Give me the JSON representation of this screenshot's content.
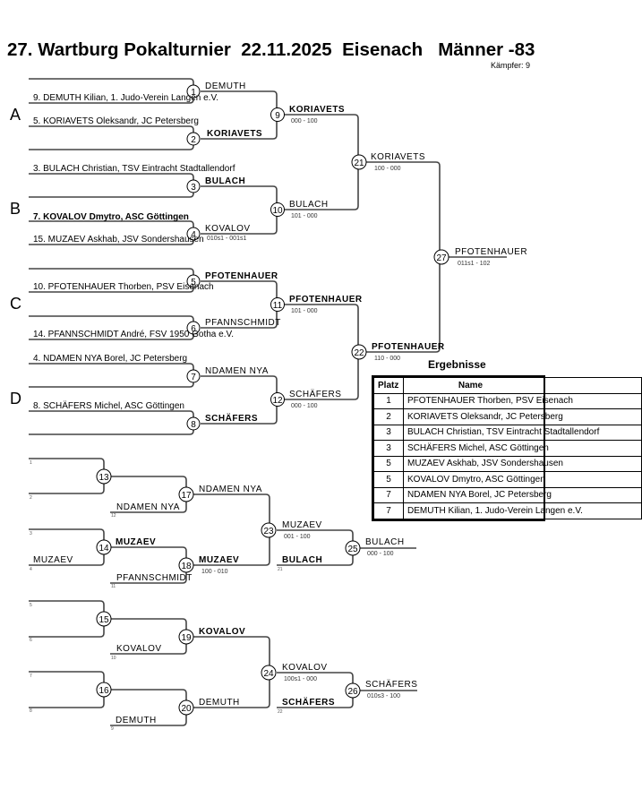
{
  "header": {
    "title": "27. Wartburg Pokalturnier  22.11.2025  Eisenach   Männer -83",
    "fighters_count": "Kämpfer: 9"
  },
  "pools": [
    {
      "letter": "A"
    },
    {
      "letter": "B"
    },
    {
      "letter": "C"
    },
    {
      "letter": "D"
    }
  ],
  "entries": [
    {
      "id": "e1",
      "text": "9. DEMUTH Kilian, 1. Judo-Verein Langen e.V.",
      "bold": false
    },
    {
      "id": "e2",
      "text": "5. KORIAVETS Oleksandr, JC Petersberg",
      "bold": false
    },
    {
      "id": "e3",
      "text": "3. BULACH Christian, TSV Eintracht Stadtallendorf",
      "bold": false
    },
    {
      "id": "e4",
      "text": "7. KOVALOV Dmytro, ASC Göttingen",
      "bold": true
    },
    {
      "id": "e5",
      "text": "15. MUZAEV Askhab, JSV Sondershausen",
      "bold": false
    },
    {
      "id": "e6",
      "text": "10. PFOTENHAUER Thorben, PSV Eisenach",
      "bold": false
    },
    {
      "id": "e7",
      "text": "14. PFANNSCHMIDT André, FSV 1950 Gotha e.V.",
      "bold": false
    },
    {
      "id": "e8",
      "text": "4. NDAMEN NYA Borel, JC Petersberg",
      "bold": false
    },
    {
      "id": "e9",
      "text": "8. SCHÄFERS Michel, ASC Göttingen",
      "bold": false
    }
  ],
  "matches": [
    {
      "num": "1",
      "top": "DEMUTH",
      "top_bold": false,
      "bottom": "",
      "bottom_bold": false,
      "score": ""
    },
    {
      "num": "2",
      "top": "",
      "top_bold": false,
      "bottom": "KORIAVETS",
      "bottom_bold": true,
      "score": ""
    },
    {
      "num": "3",
      "top": "BULACH",
      "top_bold": true,
      "bottom": "",
      "bottom_bold": false,
      "score": ""
    },
    {
      "num": "4",
      "top": "",
      "top_bold": false,
      "bottom": "KOVALOV",
      "bottom_bold": false,
      "score": "010s1 - 001s1"
    },
    {
      "num": "5",
      "top": "PFOTENHAUER",
      "top_bold": true,
      "bottom": "",
      "bottom_bold": false,
      "score": ""
    },
    {
      "num": "6",
      "top": "",
      "top_bold": false,
      "bottom": "PFANNSCHMIDT",
      "bottom_bold": false,
      "score": ""
    },
    {
      "num": "7",
      "top": "NDAMEN NYA",
      "top_bold": false,
      "bottom": "",
      "bottom_bold": false,
      "score": ""
    },
    {
      "num": "8",
      "top": "",
      "top_bold": false,
      "bottom": "SCHÄFERS",
      "bottom_bold": true,
      "score": ""
    },
    {
      "num": "9",
      "winner": "KORIAVETS",
      "winner_bold": true,
      "score": "000 - 100"
    },
    {
      "num": "10",
      "winner": "BULACH",
      "winner_bold": false,
      "score": "101 - 000"
    },
    {
      "num": "11",
      "winner": "PFOTENHAUER",
      "winner_bold": true,
      "score": "101 - 000"
    },
    {
      "num": "12",
      "winner": "SCHÄFERS",
      "winner_bold": false,
      "score": "000 - 100"
    },
    {
      "num": "21",
      "winner": "KORIAVETS",
      "winner_bold": false,
      "score": "100 - 000"
    },
    {
      "num": "22",
      "winner": "PFOTENHAUER",
      "winner_bold": true,
      "score": "110 - 000"
    },
    {
      "num": "27",
      "winner": "PFOTENHAUER",
      "winner_bold": false,
      "score": "011s1 - 102"
    }
  ],
  "repechage": {
    "origins": [
      "1",
      "2",
      "3",
      "4",
      "5",
      "6",
      "7",
      "8"
    ],
    "m13": {
      "num": "13"
    },
    "m14": {
      "num": "14",
      "bottom": "MUZAEV"
    },
    "m15": {
      "num": "15"
    },
    "m16": {
      "num": "16"
    },
    "m17": {
      "num": "17",
      "top_origin": "",
      "bottom": "NDAMEN NYA",
      "bottom_origin": "12",
      "winner": "NDAMEN NYA"
    },
    "m18": {
      "num": "18",
      "top": "MUZAEV",
      "bottom": "PFANNSCHMIDT",
      "bottom_origin": "11",
      "winner": "MUZAEV",
      "score": "100 - 010"
    },
    "m19": {
      "num": "19",
      "bottom": "KOVALOV",
      "bottom_origin": "10",
      "winner": "KOVALOV"
    },
    "m20": {
      "num": "20",
      "bottom": "DEMUTH",
      "bottom_origin": "9",
      "winner": "DEMUTH"
    },
    "m23": {
      "num": "23",
      "winner": "MUZAEV",
      "score": "001 - 100",
      "bottom": "BULACH",
      "bottom_origin": "21"
    },
    "m24": {
      "num": "24",
      "winner": "KOVALOV",
      "score": "100s1 - 000",
      "bottom": "SCHÄFERS",
      "bottom_origin": "22"
    },
    "m25": {
      "num": "25",
      "winner": "BULACH",
      "score": "000 - 100"
    },
    "m26": {
      "num": "26",
      "winner": "SCHÄFERS",
      "score": "010s3 - 100"
    }
  },
  "results": {
    "title": "Ergebnisse",
    "headers": {
      "place": "Platz",
      "name": "Name"
    },
    "rows": [
      {
        "place": "1",
        "name": "PFOTENHAUER Thorben, PSV Eisenach"
      },
      {
        "place": "2",
        "name": "KORIAVETS Oleksandr, JC Petersberg"
      },
      {
        "place": "3",
        "name": "BULACH Christian, TSV Eintracht Stadtallendorf"
      },
      {
        "place": "3",
        "name": "SCHÄFERS Michel, ASC Göttingen"
      },
      {
        "place": "5",
        "name": "MUZAEV Askhab, JSV Sondershausen"
      },
      {
        "place": "5",
        "name": "KOVALOV Dmytro, ASC Göttingen"
      },
      {
        "place": "7",
        "name": "NDAMEN NYA Borel, JC Petersberg"
      },
      {
        "place": "7",
        "name": "DEMUTH Kilian, 1. Judo-Verein Langen e.V."
      }
    ]
  }
}
